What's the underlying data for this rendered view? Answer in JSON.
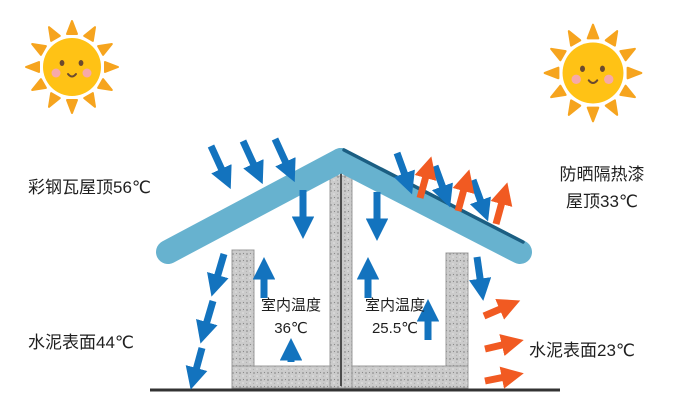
{
  "diagram": {
    "left": {
      "roof_label": "彩钢瓦屋顶56℃",
      "surface_label": "水泥表面44℃",
      "indoor_label": "室内温度",
      "indoor_temp": "36℃"
    },
    "right": {
      "roof_label_line1": "防晒隔热漆",
      "roof_label_line2": "屋顶33℃",
      "surface_label": "水泥表面23℃",
      "indoor_label": "室内温度",
      "indoor_temp": "25.5℃"
    },
    "colors": {
      "heat_arrow_blue": "#1373be",
      "reflect_arrow_orange": "#f15a22",
      "roof_blue": "#67b2cf",
      "roof_edge_navy": "#1b5e82",
      "wall_gray": "#cbcbcb",
      "sun_yellow": "#ffc215",
      "sun_ray_orange": "#f6a41e",
      "ground_black": "#333333"
    },
    "icons": {
      "sun": "sun-icon",
      "heat_in": "down-arrow-icon",
      "heat_reflect": "up-arrow-icon"
    }
  }
}
